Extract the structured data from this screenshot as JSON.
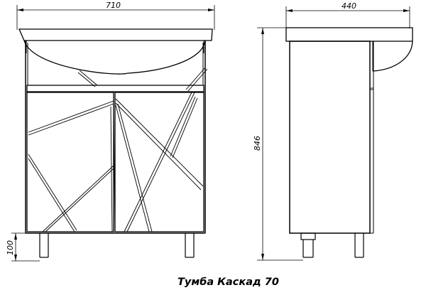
{
  "dimensions": {
    "width": "710",
    "depth": "440",
    "height": "846",
    "leg_height": "100"
  },
  "caption": "Тумба Каскад 70"
}
